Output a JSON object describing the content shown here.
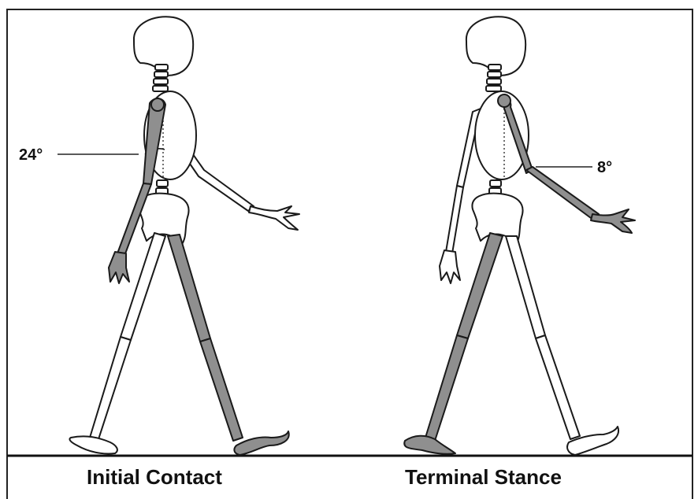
{
  "figures": [
    {
      "phase_label": "Initial Contact",
      "arm_angle_label": "24°",
      "arm_angle_degrees": 24
    },
    {
      "phase_label": "Terminal Stance",
      "arm_angle_label": "8°",
      "arm_angle_degrees": 8
    }
  ],
  "colors": {
    "bone_fill": "#ffffff",
    "highlighted_segment": "#8f8f8f",
    "outline": "#1a1a1a"
  }
}
